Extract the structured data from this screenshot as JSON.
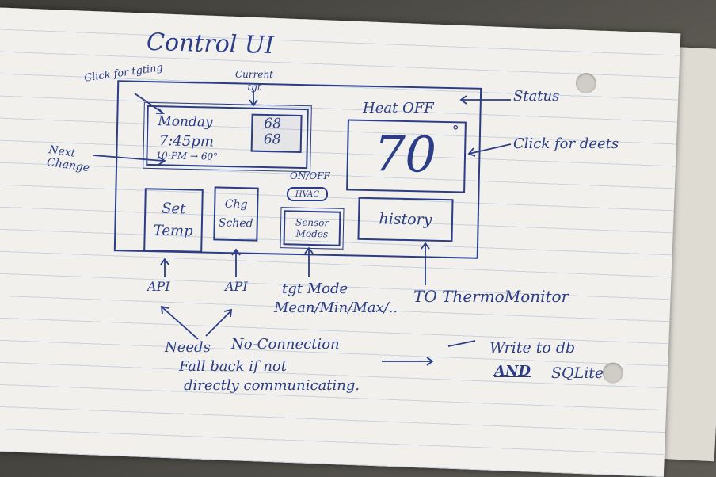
{
  "title": "Control UI",
  "annotations": {
    "click_for_tgting": "Click for tgting",
    "current_tgt": "Current tgt",
    "next_change": "Next Change",
    "status": "Status",
    "click_for_deets": "Click for deets",
    "on_off": "ON/OFF"
  },
  "mockup": {
    "day": "Monday",
    "time": "7:45pm",
    "next_change": "10:PM → 60°",
    "current_tgt_top": "68",
    "current_tgt_bottom": "68",
    "heat_status": "Heat OFF",
    "temperature": "70",
    "degree": "°",
    "hvac_toggle": "HVAC",
    "buttons": {
      "set_temp": "Set Temp",
      "chg_sched": "Chg Sched",
      "sensor_modes": "Sensor Modes",
      "history": "history"
    }
  },
  "footer": {
    "api_1": "API",
    "api_2": "API",
    "tgt_mode": "tgt Mode",
    "mean_min_max": "Mean/Min/Max/..",
    "to_thermomonitor": "TO ThermoMonitor",
    "needs": "Needs",
    "no_connection": "No-Connection",
    "fall_back": "Fall back if not",
    "directly_communicating": "directly communicating.",
    "write_to_db": "Write to db",
    "and": "AND",
    "sqlite": "SQLite"
  },
  "colors": {
    "ink": "#2b3d86",
    "paper": "#f1f0ed",
    "rule": "#c8d2e0",
    "desk": "#57554e"
  }
}
